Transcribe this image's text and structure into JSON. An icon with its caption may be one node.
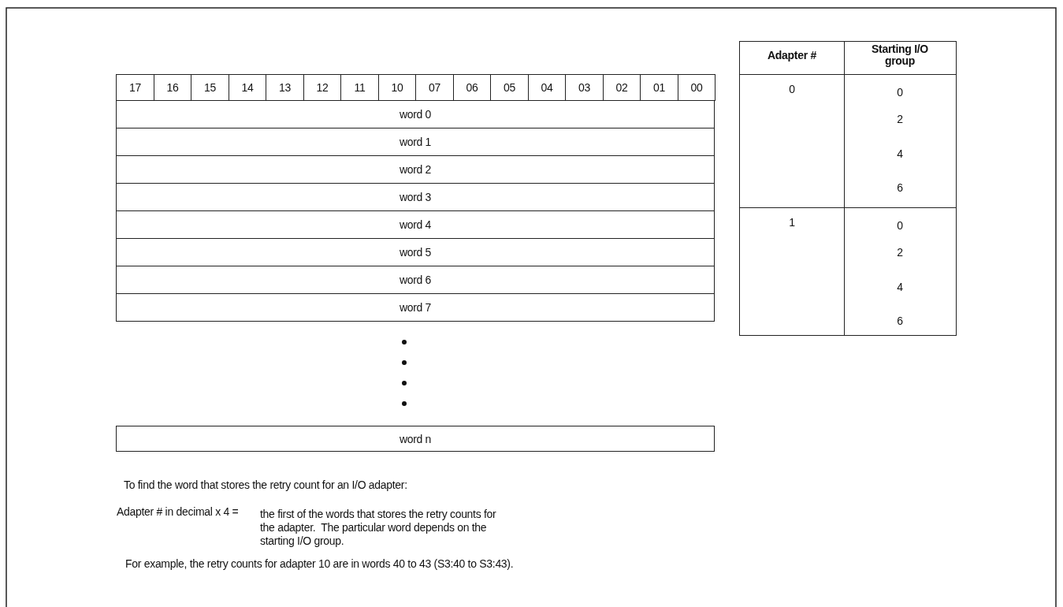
{
  "diagram": {
    "nodes": [
      {
        "text": [
          "word 0"
        ]
      },
      {
        "text": [
          "word 1"
        ]
      },
      {
        "text": [
          "word 2"
        ]
      },
      {
        "text": [
          "word 3"
        ]
      },
      {
        "text": [
          "word 4"
        ]
      },
      {
        "text": [
          "word 5"
        ]
      },
      {
        "text": [
          "word 6"
        ]
      },
      {
        "text": [
          "word 7"
        ]
      },
      {
        "text": [
          "word n"
        ]
      }
    ],
    "labels": [
      "17",
      "16",
      "15",
      "14",
      "13",
      "12",
      "11",
      "10",
      "07",
      "06",
      "05",
      "04",
      "03",
      "02",
      "01",
      "00",
      "Adapter #",
      "Starting I/O group",
      "0",
      "0",
      "2",
      "4",
      "6",
      "1",
      "0",
      "2",
      "4",
      "6",
      "To find the word that stores the retry count for an I/O adapter:",
      "Adapter # in decimal x 4 =",
      "the first of the words that stores the retry counts for the adapter.  The particular word depends on the starting I/O group.",
      "For example, the retry counts for adapter 10 are in words 40 to 43 (S3:40 to S3:43)."
    ]
  }
}
